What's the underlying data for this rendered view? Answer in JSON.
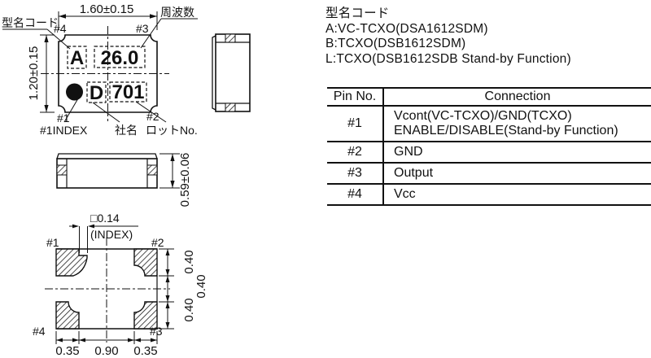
{
  "colors": {
    "ink": "#111111",
    "background": "#ffffff"
  },
  "top_view": {
    "dim_width": "1.60±0.15",
    "dim_height": "1.20±0.15",
    "label_model_code": "型名コード",
    "label_frequency": "周波数",
    "pin4": "#4",
    "pin3": "#3",
    "pin1": "#1",
    "pin2": "#2",
    "mark_model": "A",
    "mark_frequency": "26.0",
    "mark_company": "D",
    "mark_lot": "701",
    "label_index": "#1INDEX",
    "label_company": "社名",
    "label_lot": "ロットNo."
  },
  "front_view": {
    "dim_height": "0.59±0.06"
  },
  "bottom_view": {
    "dim_index": "□0.14",
    "dim_index_note": "(INDEX)",
    "pin1": "#1",
    "pin2": "#2",
    "pin3": "#3",
    "pin4": "#4",
    "dim_pad_top": "0.40",
    "dim_gap": "0.40",
    "dim_pad_bottom": "0.40",
    "dim_left": "0.35",
    "dim_center": "0.90",
    "dim_right": "0.35"
  },
  "model_code_legend": {
    "title": "型名コード",
    "items": [
      "A:VC-TCXO(DSA1612SDM)",
      "B:TCXO(DSB1612SDM)",
      "L:TCXO(DSB1612SDB Stand-by Function)"
    ]
  },
  "pin_table": {
    "headers": [
      "Pin No.",
      "Connection"
    ],
    "rows": [
      {
        "pin": "#1",
        "connection": [
          "Vcont(VC-TCXO)/GND(TCXO)",
          "ENABLE/DISABLE(Stand-by Function)"
        ]
      },
      {
        "pin": "#2",
        "connection": [
          "GND"
        ]
      },
      {
        "pin": "#3",
        "connection": [
          "Output"
        ]
      },
      {
        "pin": "#4",
        "connection": [
          "Vcc"
        ]
      }
    ]
  }
}
